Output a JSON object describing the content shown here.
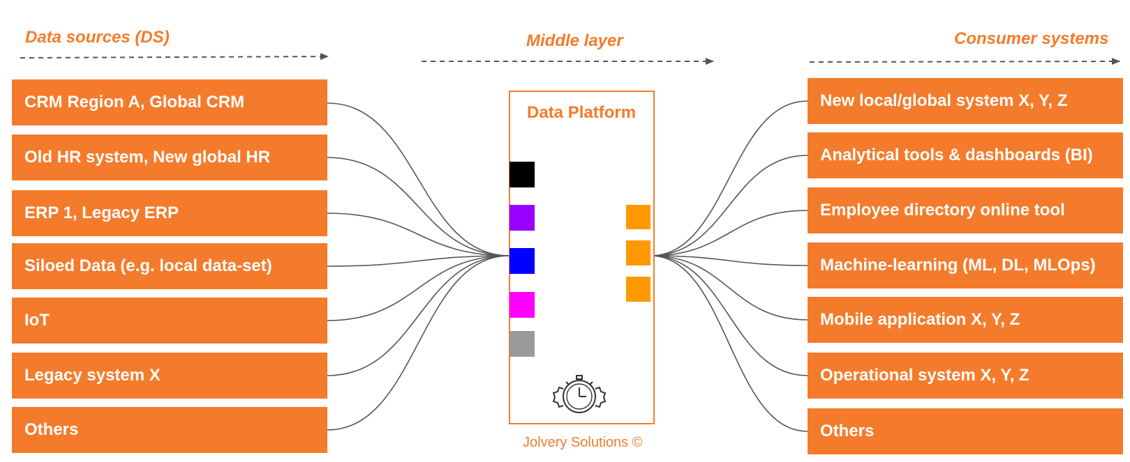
{
  "headers": {
    "left": "Data sources (DS)",
    "middle": "Middle layer",
    "right": "Consumer systems"
  },
  "sources": [
    "CRM Region A, Global CRM",
    "Old HR system, New global HR",
    "ERP 1, Legacy ERP",
    "Siloed Data (e.g. local data-set)",
    "IoT",
    "Legacy system X",
    "Others"
  ],
  "consumers": [
    "New local/global system X, Y, Z",
    "Analytical tools & dashboards (BI)",
    "Employee directory online tool",
    "Machine-learning (ML, DL, MLOps)",
    "Mobile application X, Y, Z",
    "Operational system X, Y, Z",
    "Others"
  ],
  "platform": {
    "title": "Data Platform",
    "input_colors": [
      "#000000",
      "#9900ff",
      "#0000ff",
      "#ff00ff",
      "#999999"
    ],
    "output_colors": [
      "#ff9900",
      "#ff9900",
      "#ff9900"
    ],
    "icon": "stopwatch-gears-icon"
  },
  "footer": "Jolvery Solutions ©",
  "colors": {
    "accent": "#f47b2b",
    "box_text": "#ffffff",
    "connector": "#555555",
    "arrow": "#555555"
  }
}
